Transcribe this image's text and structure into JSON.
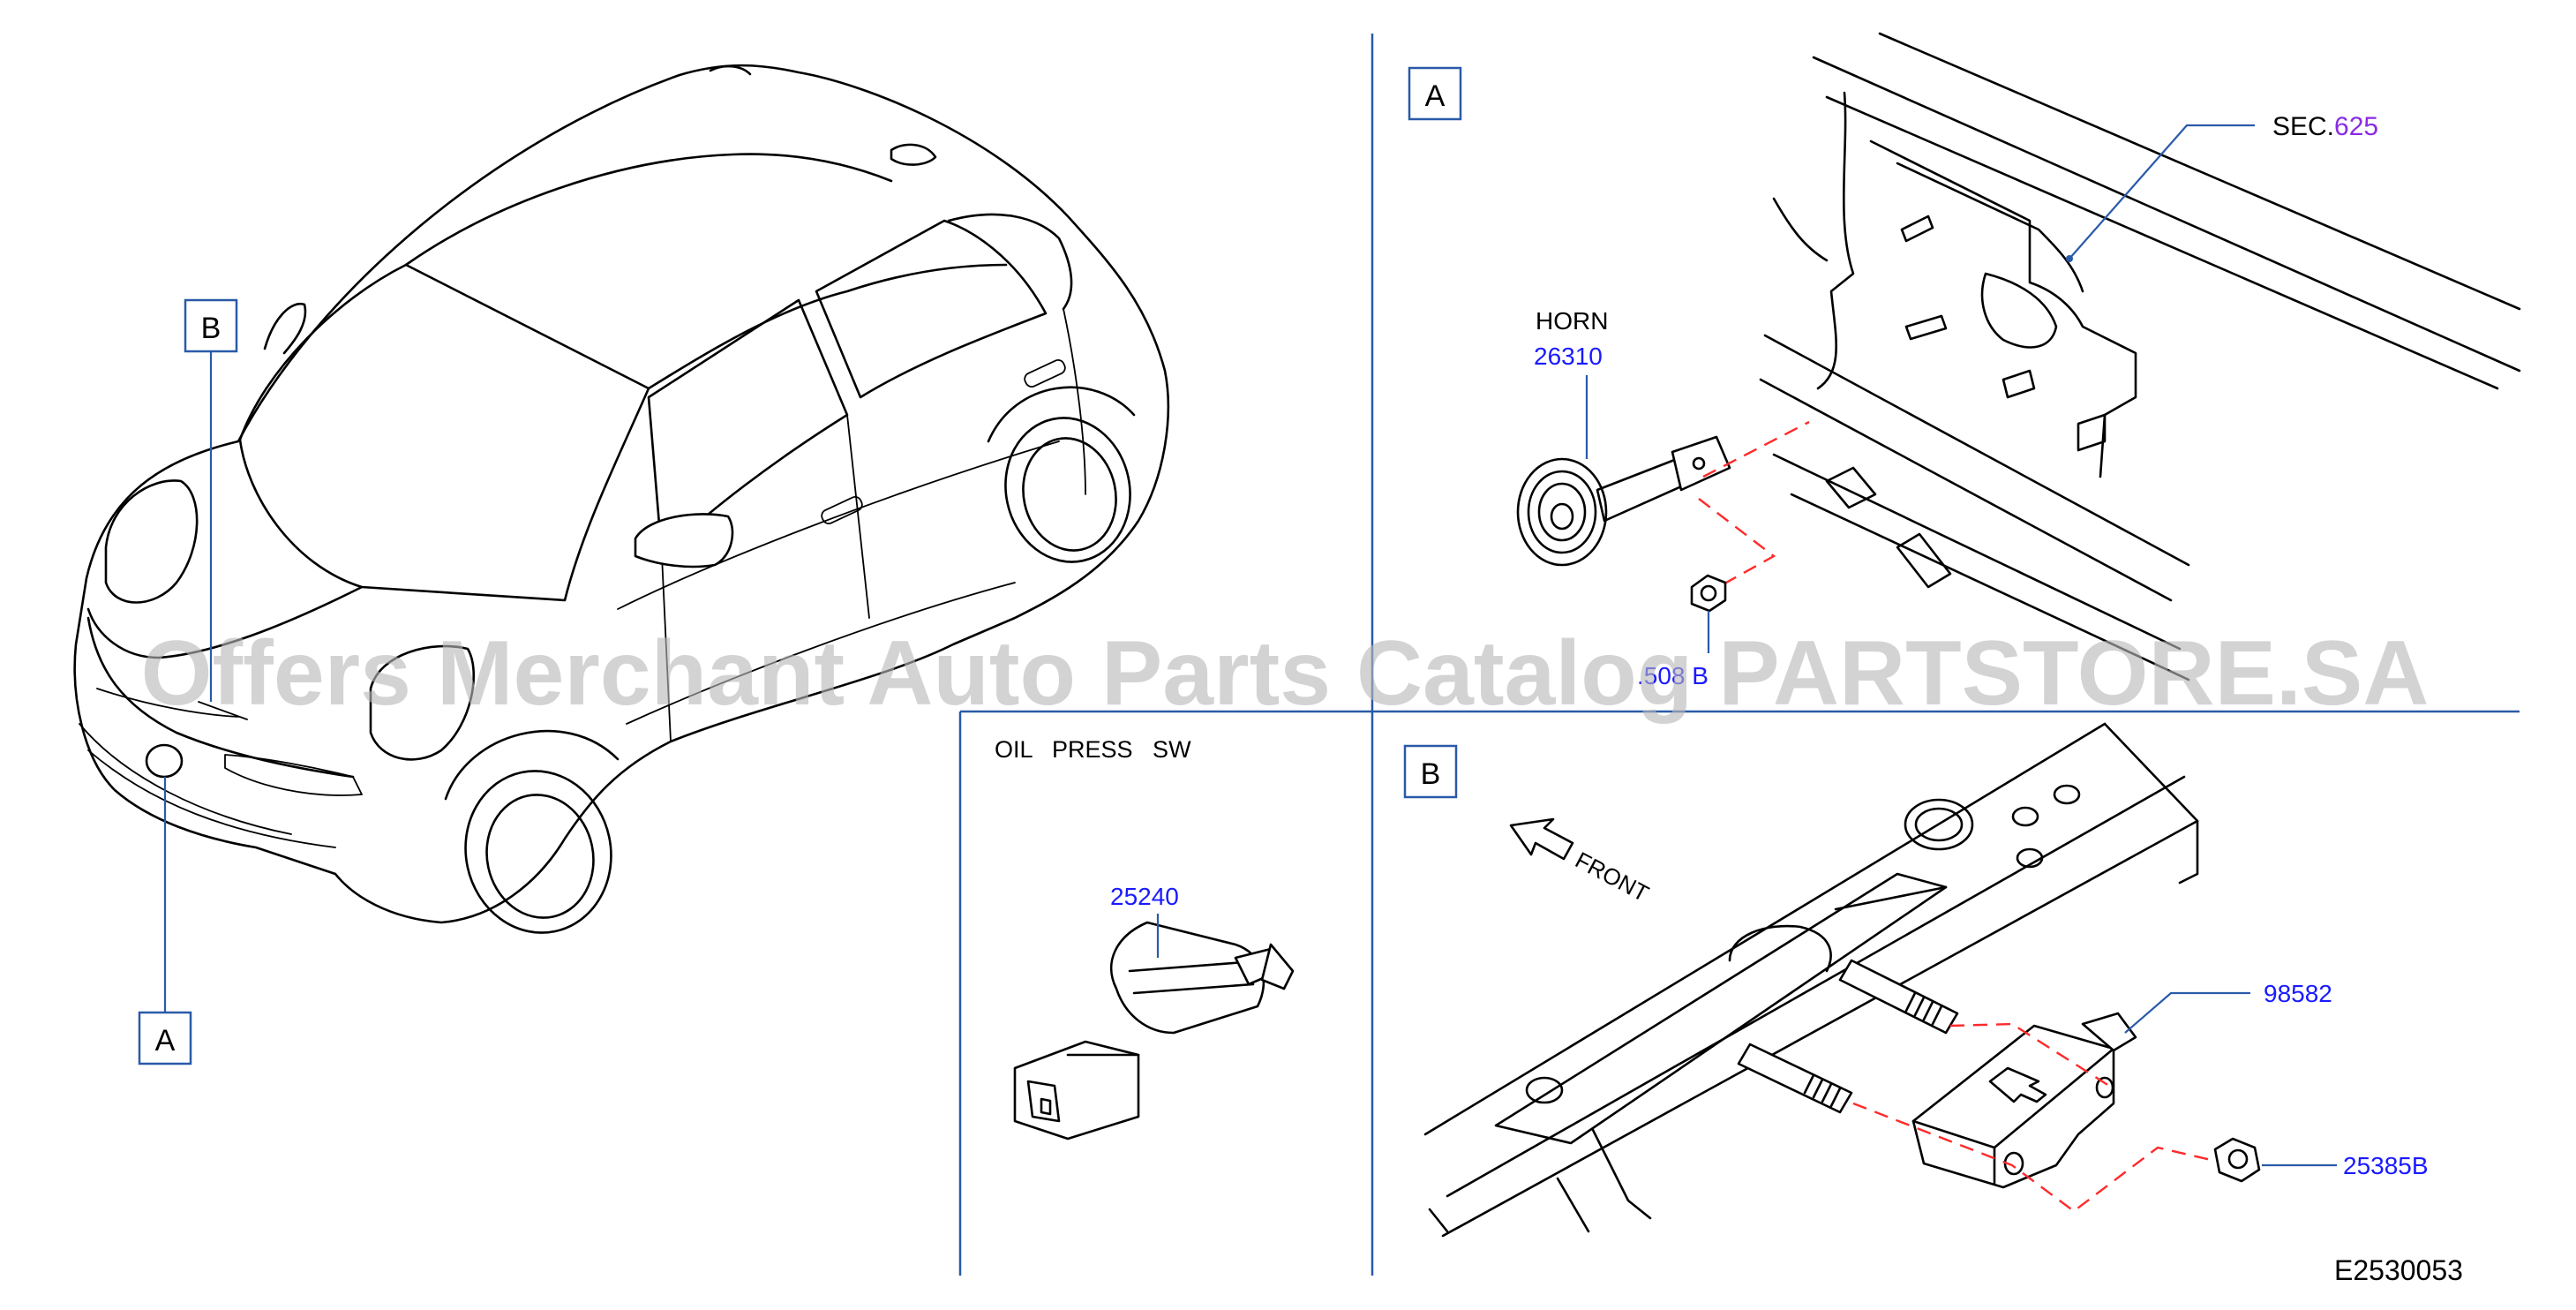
{
  "diagram_id": "E2530053",
  "watermark": "Offers Merchant Auto Parts Catalog PARTSTORE.SA",
  "views": {
    "car": {
      "callout_b": "B",
      "callout_a": "A"
    },
    "view_a": {
      "label": "A",
      "section_prefix": "SEC.",
      "section_number": "625",
      "horn_title": "HORN",
      "horn_part": "26310",
      "nut_part": ".508 B"
    },
    "oil": {
      "title": "OIL   PRESS   SW",
      "part": "25240"
    },
    "view_b": {
      "label": "B",
      "front_label": "FRONT",
      "sensor_part": "98582",
      "nut_part": "25385B"
    }
  },
  "colors": {
    "part_number": "#1a1aff",
    "section_number": "#8a2be2",
    "frame_lines": "#2a5aa8",
    "assembly_dash": "#ff2a2a"
  }
}
